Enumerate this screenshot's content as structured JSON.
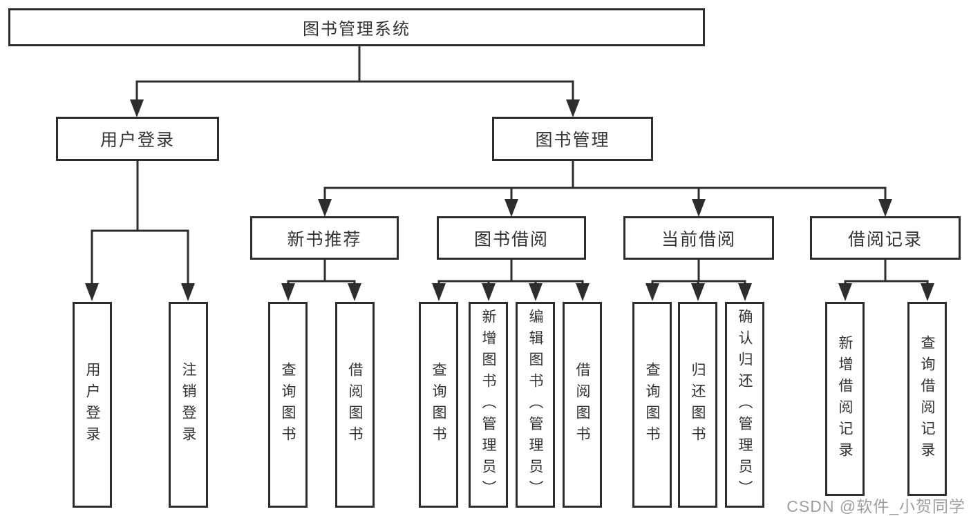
{
  "tree": {
    "label": "图书管理系统",
    "children": [
      {
        "label": "用户登录",
        "children": [
          {
            "label": "用户登录"
          },
          {
            "label": "注销登录"
          }
        ]
      },
      {
        "label": "图书管理",
        "children": [
          {
            "label": "新书推荐",
            "children": [
              {
                "label": "查询图书"
              },
              {
                "label": "借阅图书"
              }
            ]
          },
          {
            "label": "图书借阅",
            "children": [
              {
                "label": "查询图书"
              },
              {
                "label": "新增图书（管理员）"
              },
              {
                "label": "编辑图书（管理员）"
              },
              {
                "label": "借阅图书"
              }
            ]
          },
          {
            "label": "当前借阅",
            "children": [
              {
                "label": "查询图书"
              },
              {
                "label": "归还图书"
              },
              {
                "label": "确认归还（管理员）"
              }
            ]
          },
          {
            "label": "借阅记录",
            "children": [
              {
                "label": "新增借阅记录"
              },
              {
                "label": "查询借阅记录"
              }
            ]
          }
        ]
      }
    ]
  },
  "watermark": "CSDN @软件_小贺同学",
  "colors": {
    "line": "#2d2d2d",
    "text": "#333333",
    "watermark": "#9e9e9e",
    "background": "#ffffff"
  }
}
